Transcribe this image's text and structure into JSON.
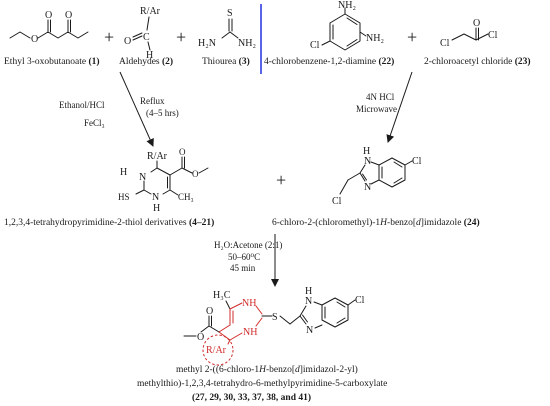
{
  "reagents": {
    "ethyl_acetoacetate": {
      "name": "Ethyl 3-oxobutanoate",
      "num": "(1)"
    },
    "aldehyde": {
      "name": "Aldehydes",
      "num": "(2)",
      "substituent": "R/Ar",
      "carbonyl_c": "C",
      "carbonyl_o": "O",
      "h": "H"
    },
    "thiourea": {
      "name": "Thiourea",
      "num": "(3)",
      "s": "S",
      "nh2": "H₂N",
      "nh2b": "NH₂"
    },
    "diamine": {
      "name": "4-chlorobenzene-1,2-diamine",
      "num": "(22)",
      "cl": "Cl",
      "nh2a": "NH₂",
      "nh2b": "NH₂"
    },
    "chloroacetyl": {
      "name": "2-chloroacetyl chloride",
      "num": "(23)",
      "cl1": "Cl",
      "cl2": "Cl",
      "o": "O"
    }
  },
  "plus": "+",
  "conditions": {
    "step1": {
      "solvent": "Ethanol/HCl",
      "catalyst": "FeCl₃",
      "heat": "Reflux",
      "time": "(4–5 hrs)"
    },
    "step2": {
      "acid": "4N HCl",
      "energy": "Microwave"
    },
    "step3": {
      "solvent": "H₂O:Acetone (2:1)",
      "temp": "50–60⁰C",
      "time": "45 min"
    }
  },
  "intermediates": {
    "thiol": {
      "name": "1,2,3,4-tetrahydropyrimidine-2-thiol derivatives",
      "num": "(4–21)",
      "r": "R/Ar",
      "n1": "N",
      "n2": "N",
      "h1": "H",
      "h2": "H",
      "hs": "HS",
      "ch3": "CH₃",
      "o1": "O",
      "o2": "O"
    },
    "benzimidazole": {
      "name_pre": "6-chloro-2-(chloromethyl)-1",
      "name_italic": "H",
      "name_mid": "-benzo[",
      "name_italic2": "d",
      "name_post": "]imidazole",
      "num": "(24)",
      "nh": "H",
      "n": "N",
      "n2": "N",
      "cl1": "Cl",
      "cl2": "Cl"
    }
  },
  "product": {
    "line1_pre": "methyl 2-((6-chloro-1",
    "line1_italic": "H",
    "line1_mid": "-benzo[",
    "line1_italic2": "d",
    "line1_post": "]imidazol-2-yl)",
    "line2": "methylthio)-1,2,3,4-tetrahydro-6-methylpyrimidine-5-carboxylate",
    "line3": "(27, 29, 30, 33, 37, 38, and 41)",
    "h3c": "H₃C",
    "nh1": "NH",
    "nh2": "NH",
    "s": "S",
    "o1": "O",
    "o2": "O",
    "r": "R/Ar",
    "bz_h": "H",
    "bz_n": "N",
    "bz_n2": "N",
    "cl": "Cl"
  }
}
